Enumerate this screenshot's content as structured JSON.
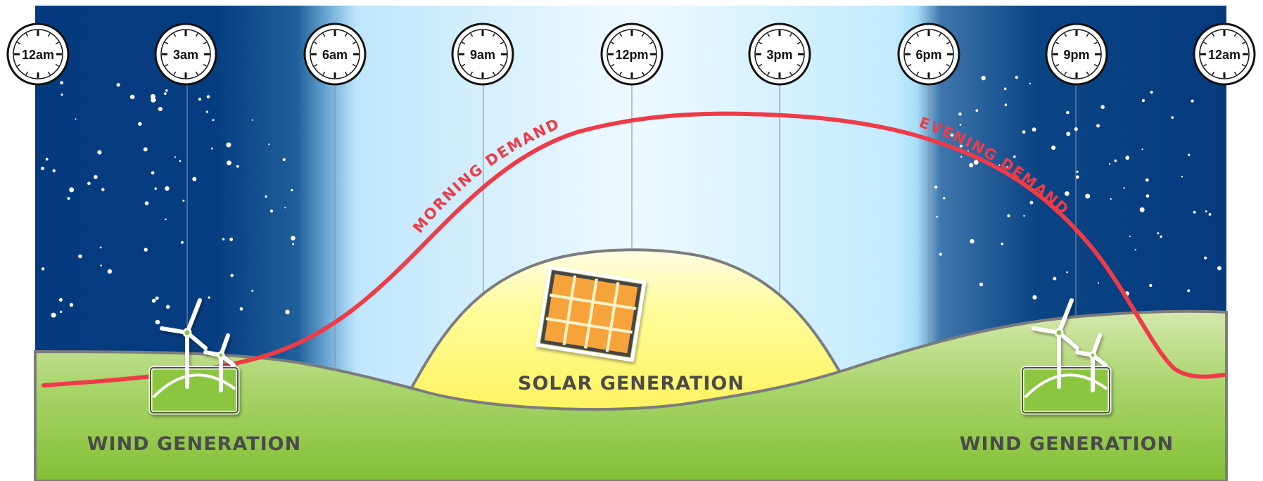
{
  "clocks": [
    "12am",
    "3am",
    "6am",
    "9am",
    "12pm",
    "3pm",
    "6pm",
    "9pm",
    "12am"
  ],
  "labels": {
    "morning_demand": "MORNING DEMAND",
    "evening_demand": "EVENING DEMAND",
    "solar": "SOLAR GENERATION",
    "wind_left": "WIND GENERATION",
    "wind_right": "WIND GENERATION"
  },
  "colors": {
    "night_sky": "#053a7e",
    "day_sky": "#eaf8ff",
    "demand": "#ef3b48",
    "hills": "#8cc63f",
    "solar_hill": "#fff56c",
    "panel": "#f7a33a"
  }
}
